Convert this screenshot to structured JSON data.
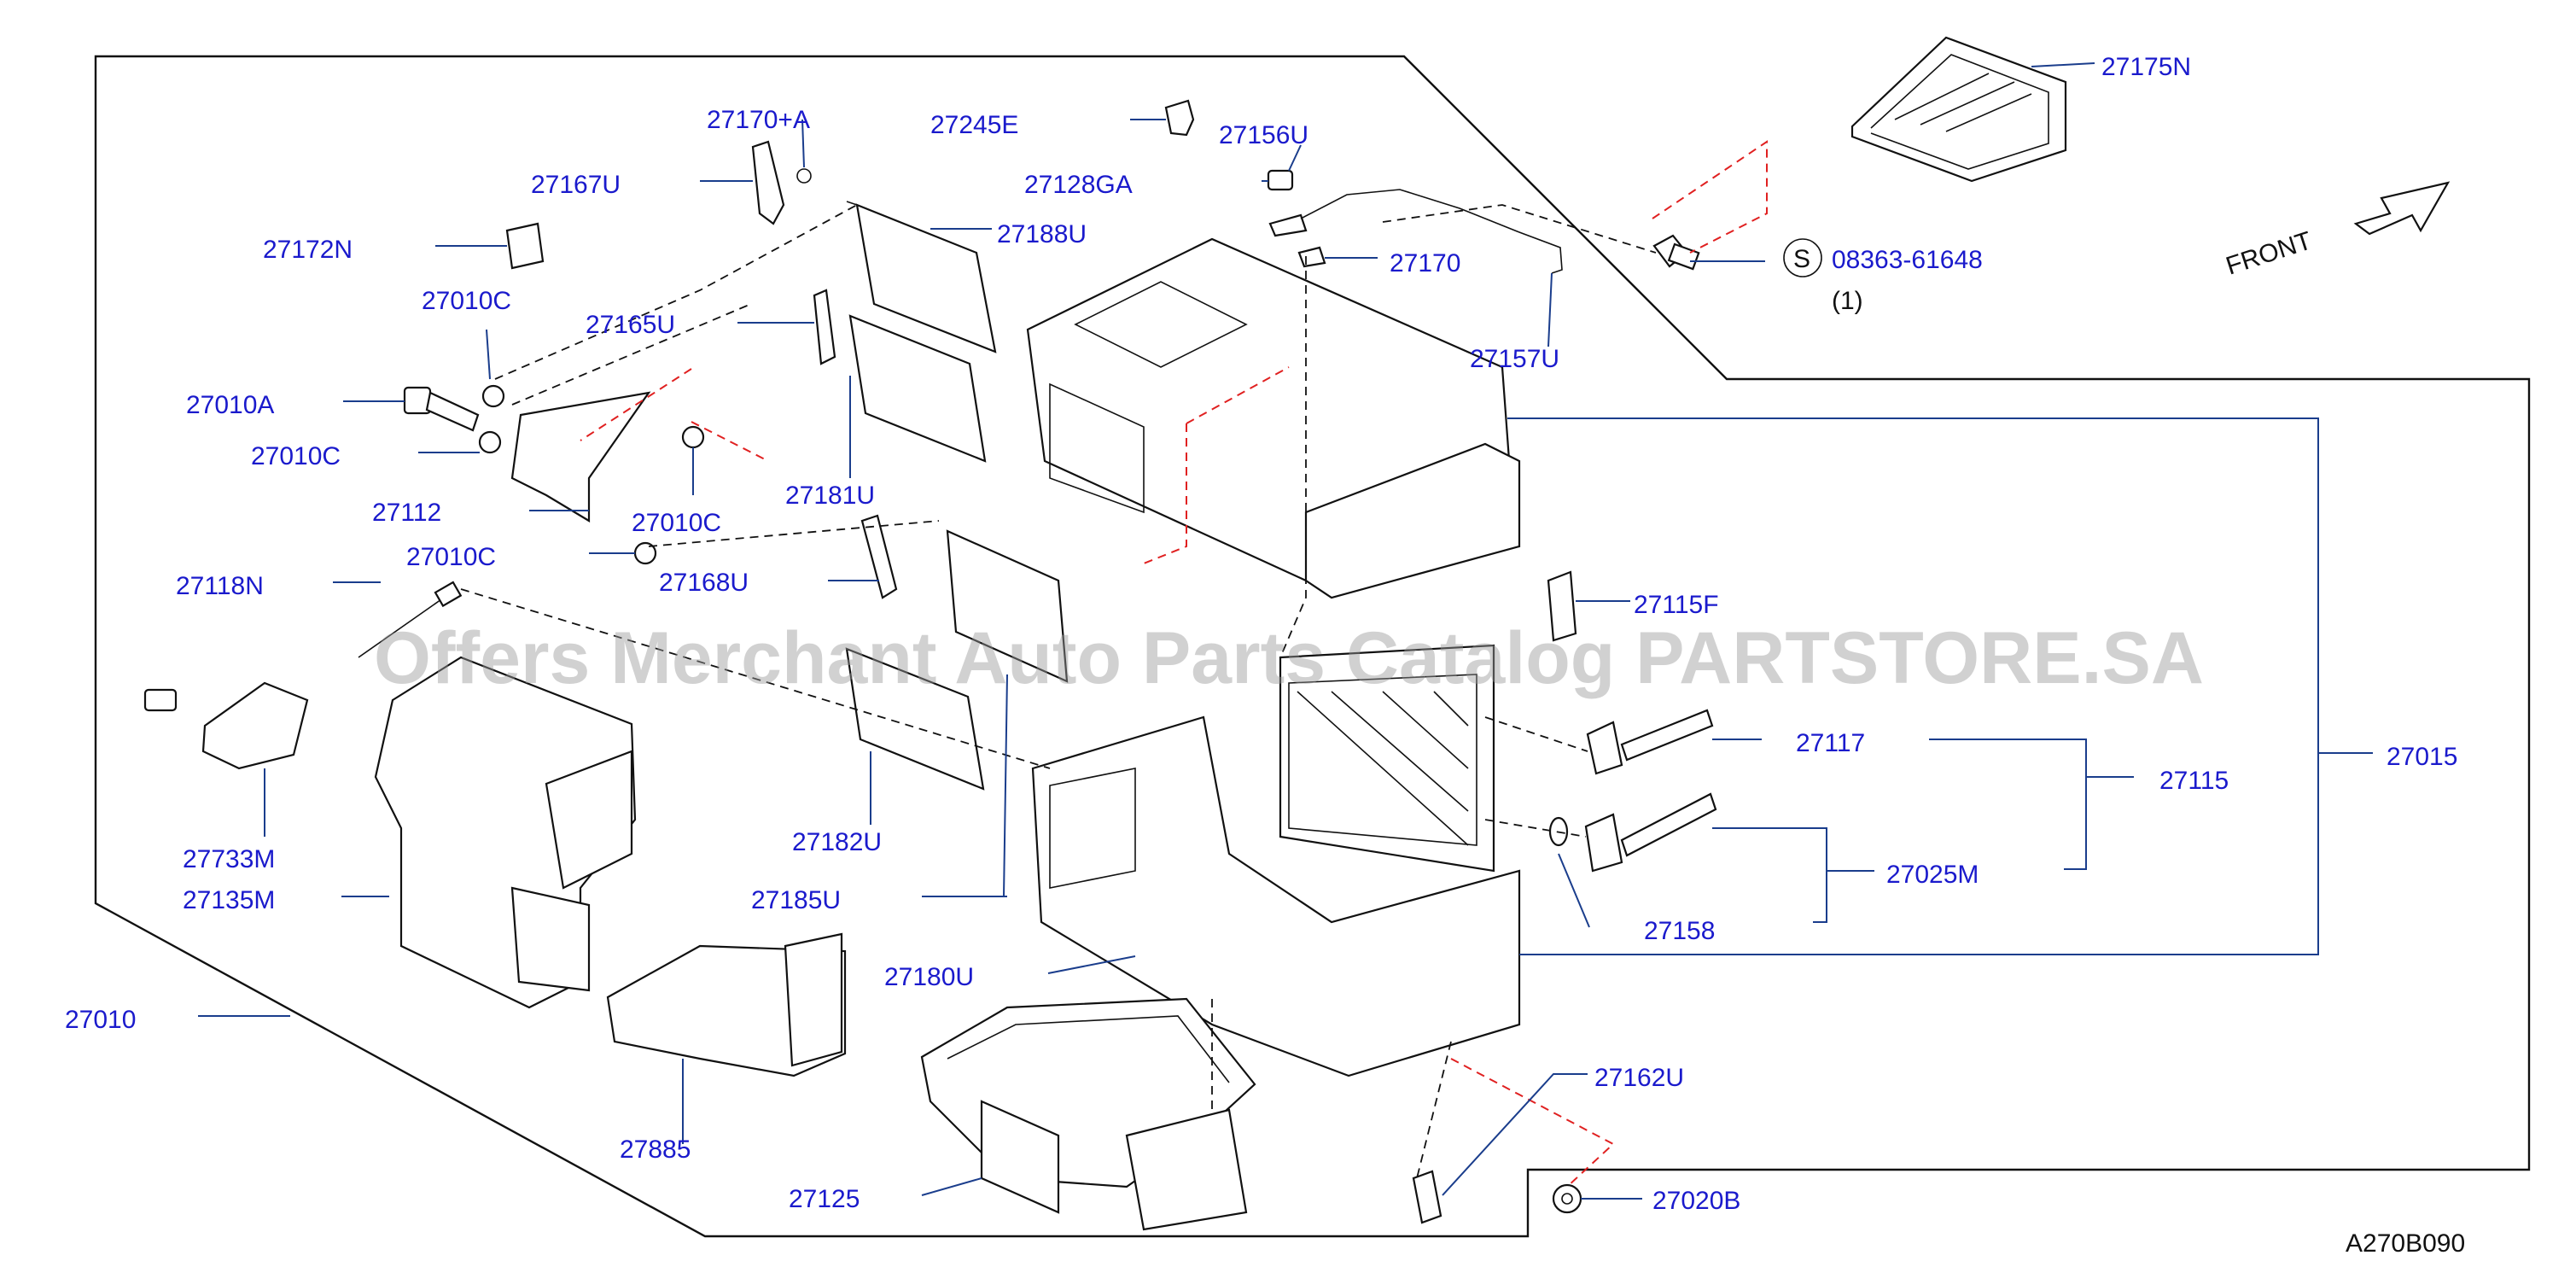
{
  "diagram": {
    "drawing_code": "A270B090",
    "front_label": "FRONT",
    "bolt_symbol": "S",
    "bolt_qty": "(1)",
    "watermark": "Offers Merchant Auto Parts Catalog PARTSTORE.SA",
    "colors": {
      "label": "#1a1acc",
      "leader": "#1a3d8c",
      "red_dash": "#e02020",
      "line": "#111111"
    },
    "parts": {
      "p27175N": "27175N",
      "p27170A": "27170+A",
      "p27245E": "27245E",
      "p27156U": "27156U",
      "p27167U": "27167U",
      "p27128GA": "27128GA",
      "p27188U": "27188U",
      "p27172N": "27172N",
      "p27170": "27170",
      "p08363": "08363-61648",
      "p27010C_1": "27010C",
      "p27165U": "27165U",
      "p27157U": "27157U",
      "p27010A": "27010A",
      "p27010C_2": "27010C",
      "p27181U": "27181U",
      "p27112": "27112",
      "p27010C_3": "27010C",
      "p27010C_4": "27010C",
      "p27168U": "27168U",
      "p27115F": "27115F",
      "p27118N": "27118N",
      "p27015": "27015",
      "p27117": "27117",
      "p27115": "27115",
      "p27733M": "27733M",
      "p27025M": "27025M",
      "p27182U": "27182U",
      "p27135M": "27135M",
      "p27185U": "27185U",
      "p27158": "27158",
      "p27180U": "27180U",
      "p27010": "27010",
      "p27162U": "27162U",
      "p27885": "27885",
      "p27125": "27125",
      "p27020B": "27020B"
    }
  }
}
